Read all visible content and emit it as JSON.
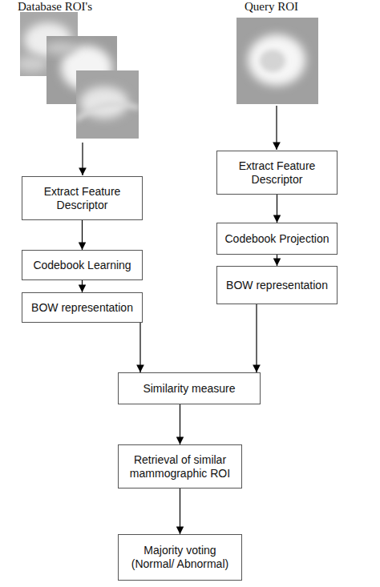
{
  "diagram": {
    "nodes": [
      {
        "text": [
          "Extract Feature Descriptor"
        ]
      },
      {
        "text": [
          "Codebook Learning"
        ]
      },
      {
        "text": [
          "BOW representation"
        ]
      },
      {
        "text": [
          "Extract Feature Descriptor"
        ]
      },
      {
        "text": [
          "Codebook Projection"
        ]
      },
      {
        "text": [
          "BOW representation"
        ]
      },
      {
        "text": [
          "Similarity measure"
        ]
      },
      {
        "text": [
          "Retrieval of similar mammographic ROI"
        ]
      },
      {
        "text": [
          "Majority voting (Normal/ Abnormal)"
        ]
      }
    ],
    "edges": [
      {
        "from": 0,
        "to": 1,
        "arrow": "to"
      },
      {
        "from": 1,
        "to": 2,
        "arrow": "to"
      },
      {
        "from": 3,
        "to": 4,
        "arrow": "to"
      },
      {
        "from": 4,
        "to": 5,
        "arrow": "to"
      },
      {
        "from": 2,
        "to": 6,
        "arrow": "to"
      },
      {
        "from": 5,
        "to": 6,
        "arrow": "to"
      },
      {
        "from": 6,
        "to": 7,
        "arrow": "to"
      },
      {
        "from": 7,
        "to": 8,
        "arrow": "to"
      }
    ],
    "labels": [
      "Database ROI's",
      "Query ROI"
    ]
  }
}
